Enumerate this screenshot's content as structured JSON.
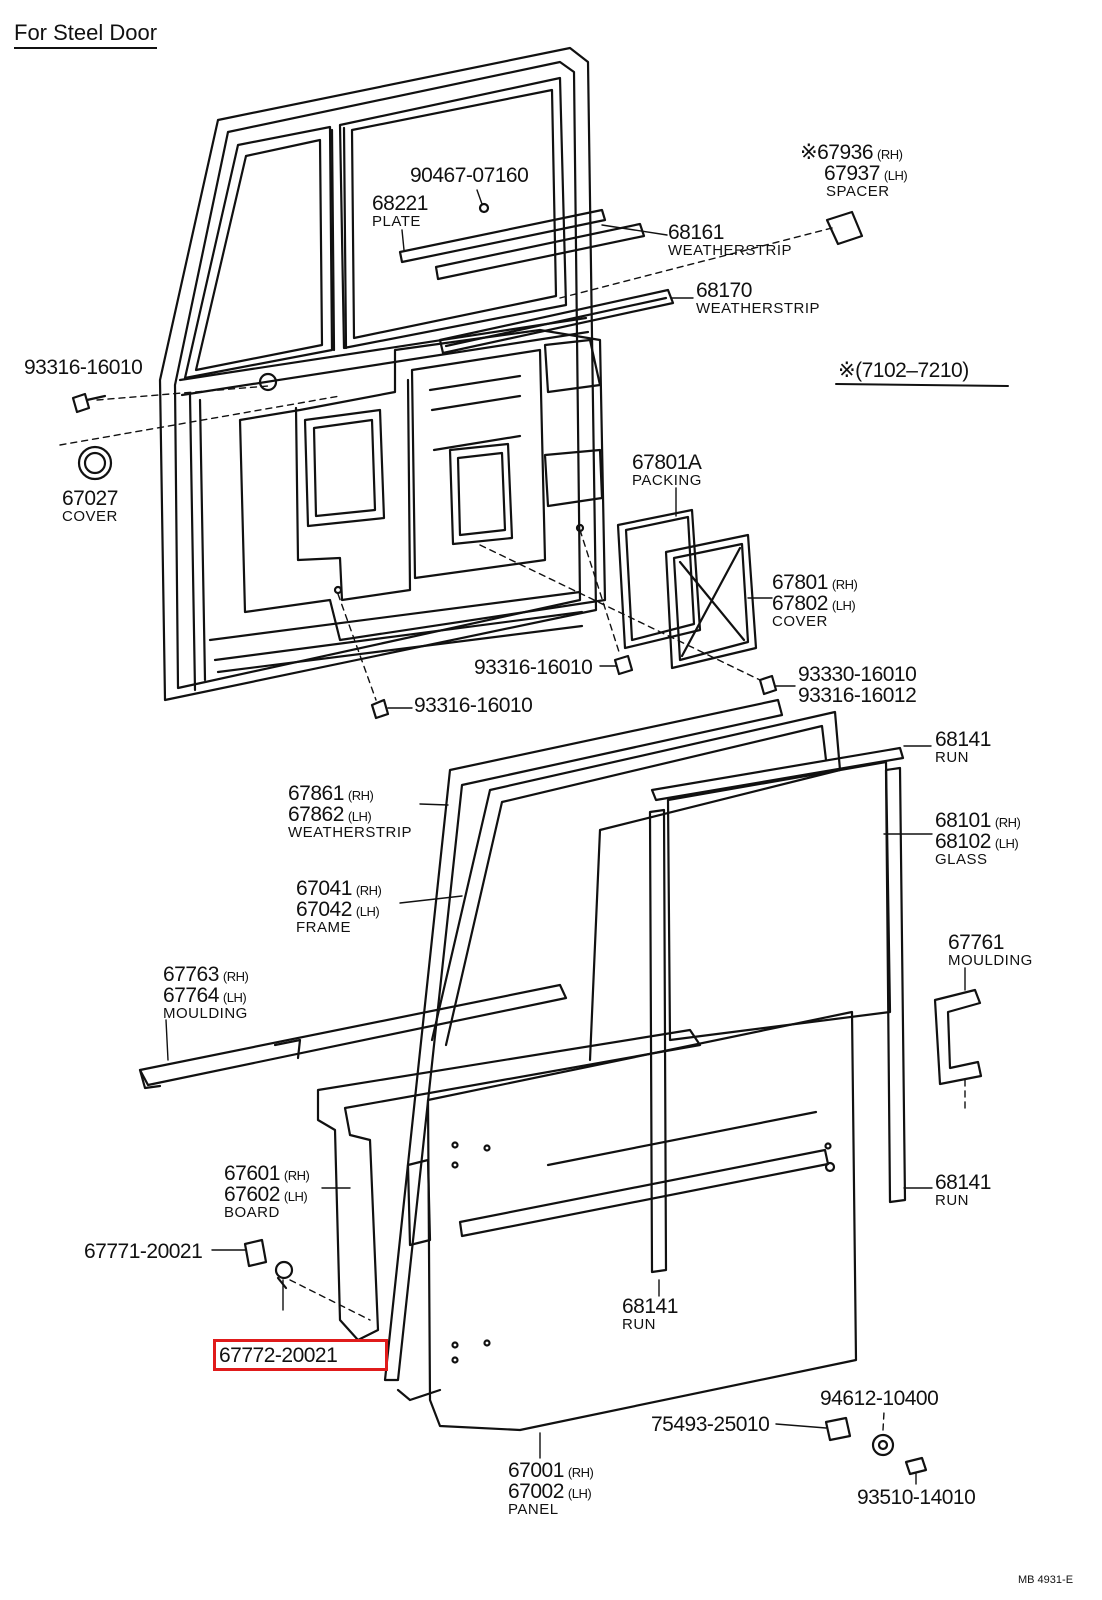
{
  "diagram": {
    "title": "For Steel Door",
    "series_note": "※(7102–7210)",
    "drawing_code": "MB 4931-E",
    "highlight_color": "#e01b1b"
  },
  "parts": {
    "p90467": {
      "number": "90467-07160"
    },
    "p68221": {
      "number": "68221",
      "name": "PLATE"
    },
    "p68161": {
      "number": "68161",
      "name": "WEATHERSTRIP"
    },
    "p68170": {
      "number": "68170",
      "name": "WEATHERSTRIP"
    },
    "p67936": {
      "prefix": "※",
      "number": "67936",
      "side": "(RH)",
      "number2": "67937",
      "side2": "(LH)",
      "name": "SPACER"
    },
    "p93316a": {
      "number": "93316-16010"
    },
    "p67027": {
      "number": "67027",
      "name": "COVER"
    },
    "p67801A": {
      "number": "67801A",
      "name": "PACKING"
    },
    "p67801": {
      "number": "67801",
      "side": "(RH)",
      "number2": "67802",
      "side2": "(LH)",
      "name": "COVER"
    },
    "p93316b": {
      "number": "93316-16010"
    },
    "p93330": {
      "number": "93330-16010",
      "number2": "93316-16012"
    },
    "p93316c": {
      "number": "93316-16010"
    },
    "p68141a": {
      "number": "68141",
      "name": "RUN"
    },
    "p67861": {
      "number": "67861",
      "side": "(RH)",
      "number2": "67862",
      "side2": "(LH)",
      "name": "WEATHERSTRIP"
    },
    "p68101": {
      "number": "68101",
      "side": "(RH)",
      "number2": "68102",
      "side2": "(LH)",
      "name": "GLASS"
    },
    "p67041": {
      "number": "67041",
      "side": "(RH)",
      "number2": "67042",
      "side2": "(LH)",
      "name": "FRAME"
    },
    "p67763": {
      "number": "67763",
      "side": "(RH)",
      "number2": "67764",
      "side2": "(LH)",
      "name": "MOULDING"
    },
    "p67761": {
      "number": "67761",
      "name": "MOULDING"
    },
    "p67601": {
      "number": "67601",
      "side": "(RH)",
      "number2": "67602",
      "side2": "(LH)",
      "name": "BOARD"
    },
    "p68141b": {
      "number": "68141",
      "name": "RUN"
    },
    "p67771": {
      "number": "67771-20021"
    },
    "p67772": {
      "number": "67772-20021"
    },
    "p68141c": {
      "number": "68141",
      "name": "RUN"
    },
    "p94612": {
      "number": "94612-10400"
    },
    "p75493": {
      "number": "75493-25010"
    },
    "p67001": {
      "number": "67001",
      "side": "(RH)",
      "number2": "67002",
      "side2": "(LH)",
      "name": "PANEL"
    },
    "p93510": {
      "number": "93510-14010"
    }
  }
}
